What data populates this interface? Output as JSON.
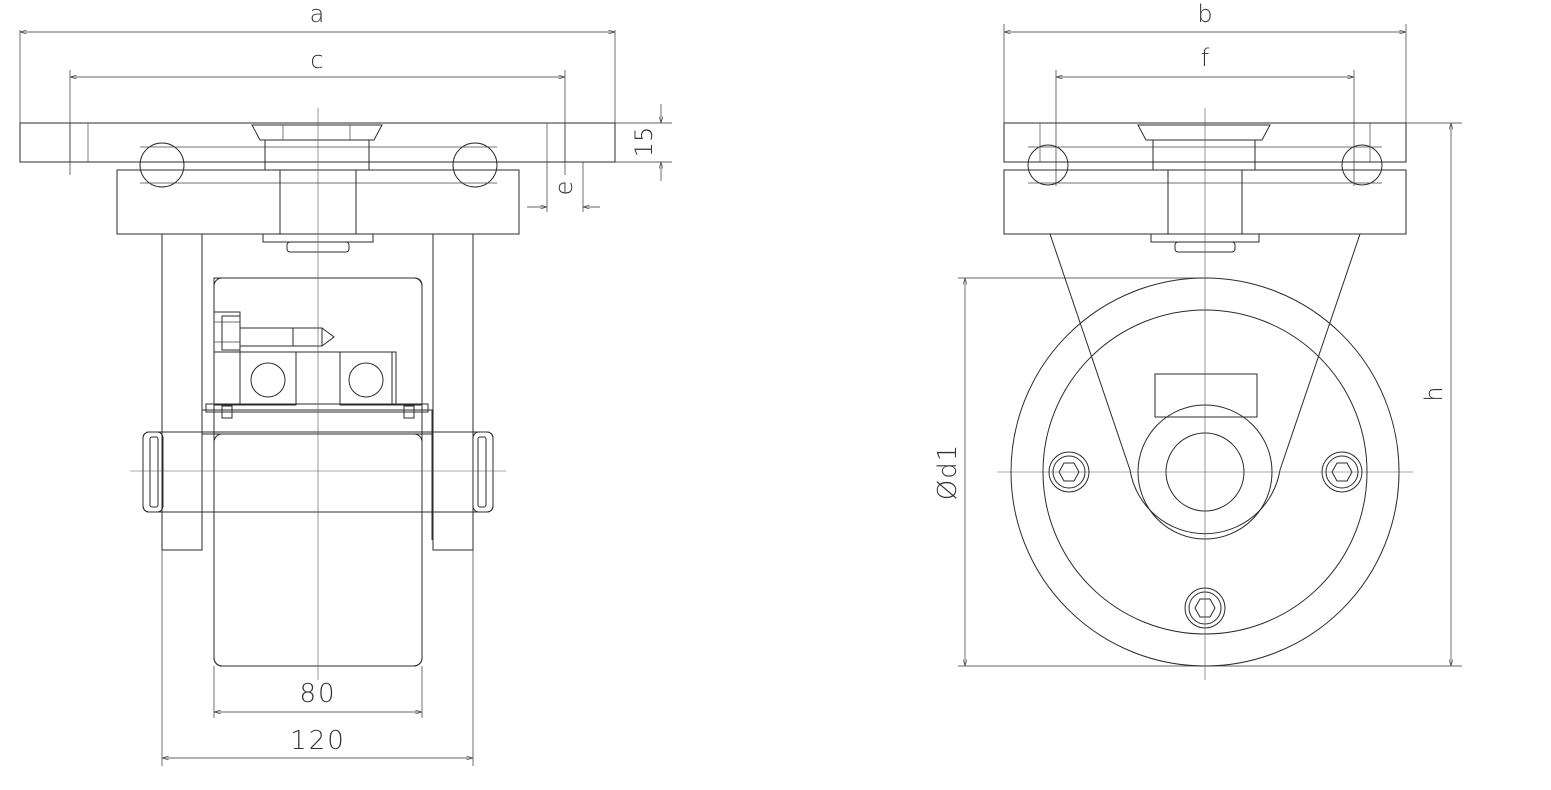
{
  "dimensions": {
    "a": "a",
    "c": "c",
    "e": "e",
    "t15": "15",
    "w80": "80",
    "w120": "120",
    "b": "b",
    "f": "f",
    "h": "h",
    "d1": "Ød1"
  }
}
